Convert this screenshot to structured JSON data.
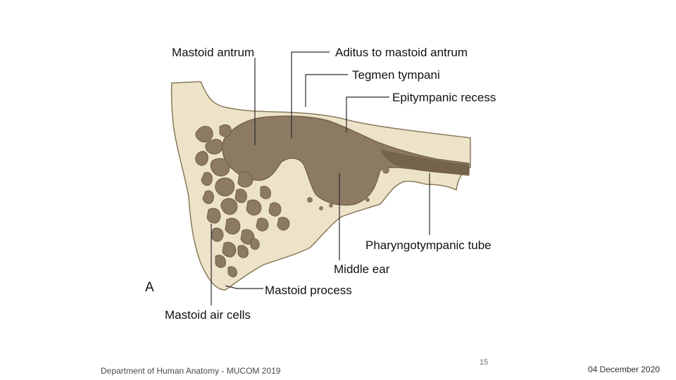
{
  "figure": {
    "panel_letter": "A",
    "labels": {
      "mastoid_antrum": "Mastoid antrum",
      "aditus": "Aditus to mastoid antrum",
      "tegmen": "Tegmen tympani",
      "epitympanic": "Epitympanic recess",
      "pharyngotympanic": "Pharyngotympanic tube",
      "middle_ear": "Middle ear",
      "mastoid_process": "Mastoid process",
      "mastoid_air_cells": "Mastoid air cells"
    },
    "colors": {
      "bone": "#ede3c8",
      "bone_edge": "#8a7a5c",
      "cavity": "#8d7a62",
      "cavity_dark": "#6e5c47"
    }
  },
  "footer": {
    "department": "Department of Human Anatomy - MUCOM 2019",
    "slide_number": "15",
    "date": "04 December 2020"
  }
}
